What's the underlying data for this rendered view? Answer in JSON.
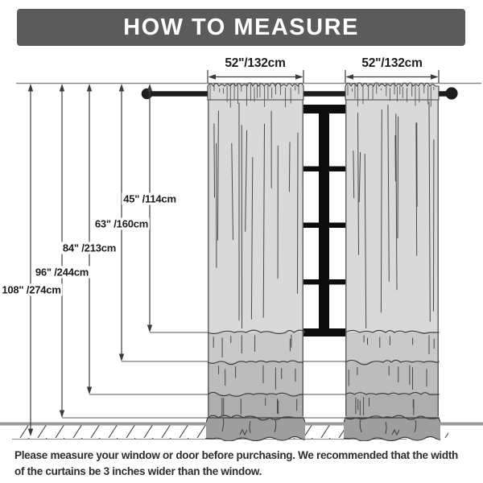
{
  "header": {
    "title": "HOW TO MEASURE"
  },
  "curtains": {
    "left_width_label": "52\"/132cm",
    "right_width_label": "52\"/132cm",
    "panel_width_inches": 52,
    "panel_width_cm": 132
  },
  "lengths": [
    {
      "label": "45\" /114cm",
      "inches": 45,
      "cm": 114
    },
    {
      "label": "63\" /160cm",
      "inches": 63,
      "cm": 160
    },
    {
      "label": "84\" /213cm",
      "inches": 84,
      "cm": 213
    },
    {
      "label": "96\" /244cm",
      "inches": 96,
      "cm": 244
    },
    {
      "label": "108\" /274cm",
      "inches": 108,
      "cm": 274
    }
  ],
  "footer": {
    "line1": "Please measure your window or door before purchasing. We recommended that the width",
    "line2": "of the curtains be 3 inches wider than the window."
  },
  "colors": {
    "banner_bg": "#5b5b5b",
    "banner_text": "#ffffff",
    "curtain_light": "#d9d9d9",
    "curtain_band2": "#c9c9c9",
    "curtain_band3": "#bcbcbc",
    "curtain_band4": "#aeaeae",
    "curtain_puddle": "#9e9e9e",
    "window_frame": "#0c0c0c",
    "measure_line": "#3c3c3c"
  }
}
